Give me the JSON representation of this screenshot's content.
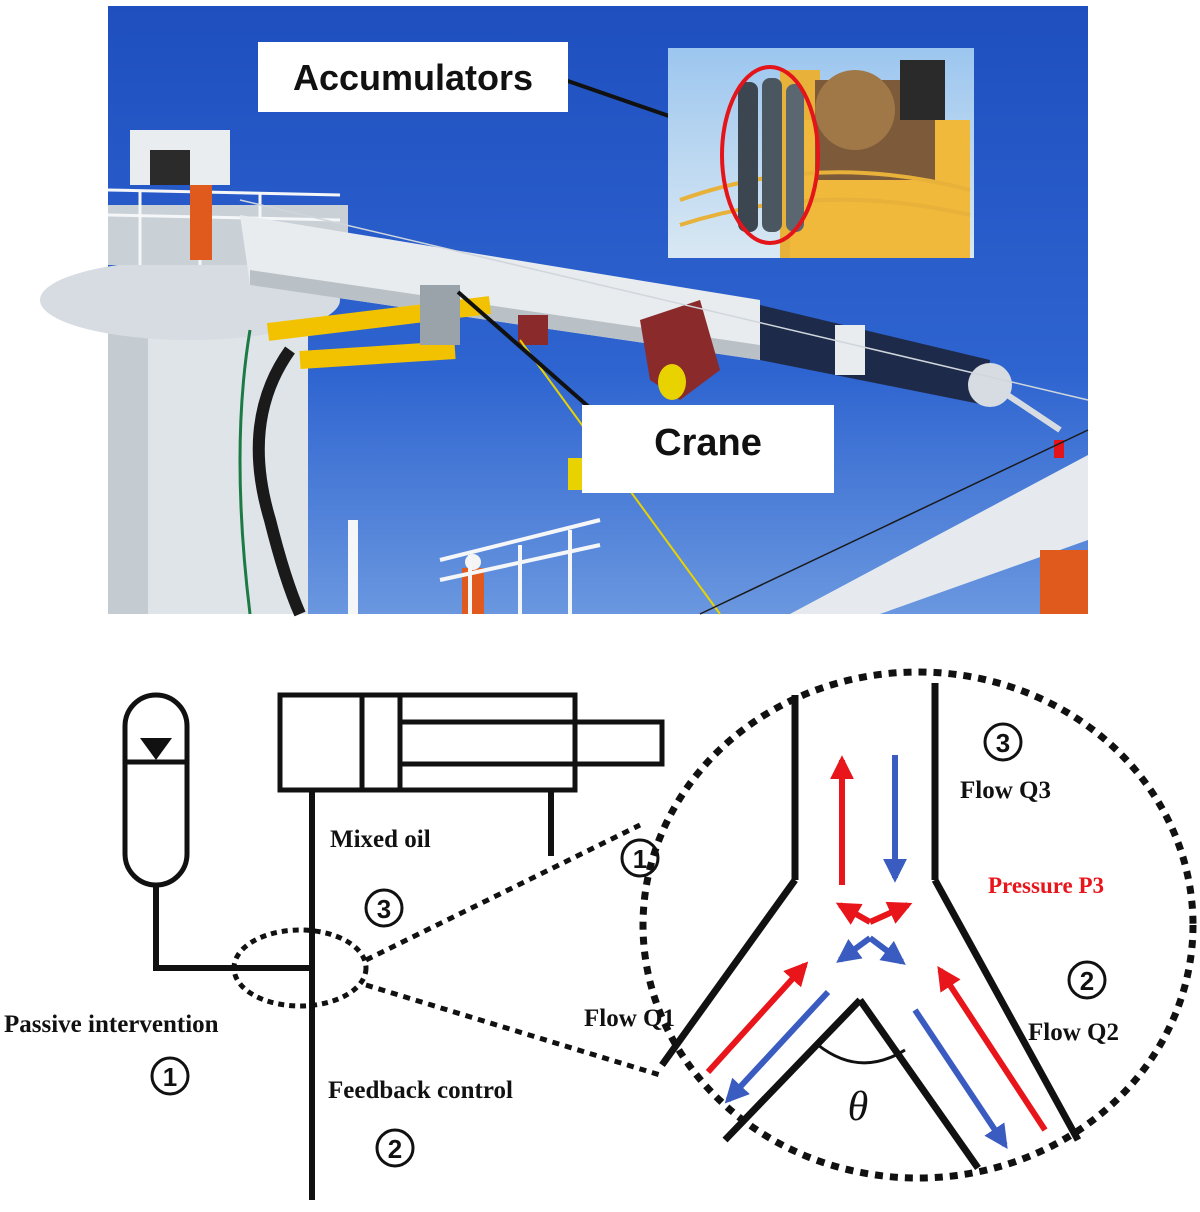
{
  "photo": {
    "labels": {
      "accumulators": "Accumulators",
      "crane": "Crane"
    }
  },
  "diagram": {
    "mixed_oil": "Mixed oil",
    "passive_intervention": "Passive intervention",
    "feedback_control": "Feedback control",
    "pressure": "Pressure P3",
    "flows": {
      "q1": "Flow Q1",
      "q2": "Flow Q2",
      "q3": "Flow Q3"
    },
    "markers": {
      "one": "1",
      "two": "2",
      "three": "3"
    },
    "angle_symbol": "θ"
  },
  "colors": {
    "sky": "#2a5bc4",
    "inflow": "#e8151b",
    "outflow": "#3a5bc0",
    "ink": "#111111",
    "crane_white": "#e8ecef",
    "cylinder_yellow": "#f2c200",
    "circle_highlight": "#e4141b"
  }
}
